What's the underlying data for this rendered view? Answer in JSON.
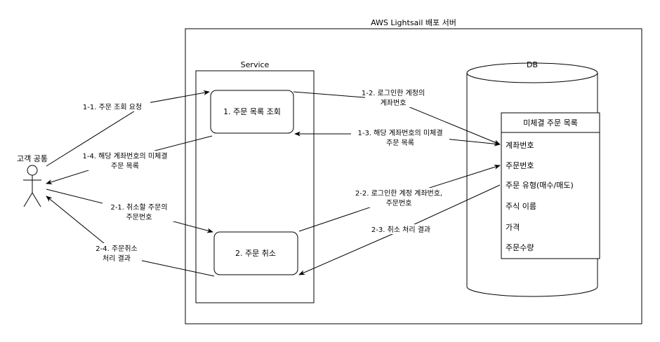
{
  "server": {
    "title": "AWS Lightsail 배포 서버"
  },
  "service": {
    "title": "Service",
    "order_list_node": "1. 주문 목록 조회",
    "cancel_node": "2. 주문 취소"
  },
  "db": {
    "title": "DB",
    "table": {
      "title": "미체결 주문 목록",
      "fields": [
        "계좌번호",
        "주문번호",
        "주문 유형(매수/매도)",
        "주식 이름",
        "가격",
        "주문수량"
      ]
    }
  },
  "actor": {
    "label": "고객 공통"
  },
  "edges": {
    "e1_1": "1-1. 주문 조회 요청",
    "e1_2": [
      "1-2. 로그인한 계정의",
      "계좌번호"
    ],
    "e1_3": [
      "1-3. 해당 계좌번호의 미체결",
      "주문 목록"
    ],
    "e1_4": [
      "1-4. 해당 계좌번호의 미체결",
      "주문 목록"
    ],
    "e2_1": [
      "2-1. 취소할 주문의",
      "주문번호"
    ],
    "e2_2": [
      "2-2. 로그인한 계정 계좌번호,",
      "주문번호"
    ],
    "e2_3": "2-3. 취소 처리 결과",
    "e2_4": [
      "2-4. 주문취소",
      "처리 결과"
    ]
  }
}
